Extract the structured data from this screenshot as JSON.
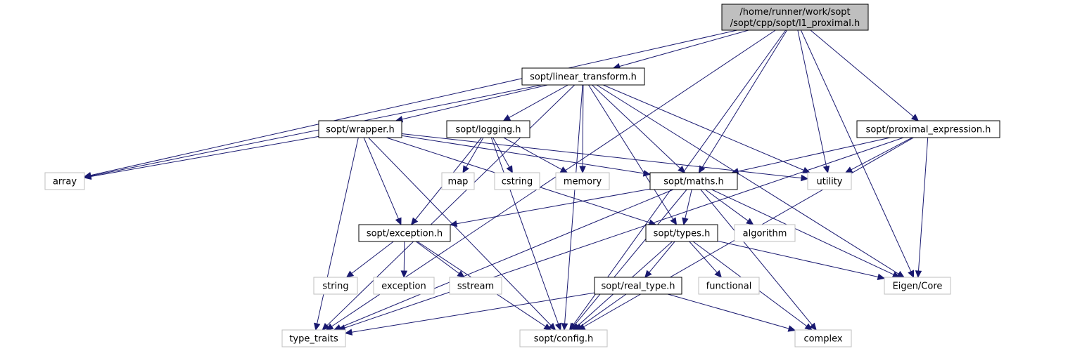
{
  "graph": {
    "title_lines": [
      "/home/runner/work/sopt",
      "/sopt/cpp/sopt/l1_proximal.h"
    ],
    "colors": {
      "edge": "#191970",
      "root_fill": "#bfbfbf",
      "root_stroke": "#000000",
      "header_stroke": "#000000",
      "system_stroke": "#bfbfbf",
      "text": "#000000"
    },
    "nodes": {
      "root": {
        "label_lines": [
          "/home/runner/work/sopt",
          "/sopt/cpp/sopt/l1_proximal.h"
        ],
        "kind": "root"
      },
      "linear_transform": {
        "label": "sopt/linear_transform.h",
        "kind": "header"
      },
      "wrapper": {
        "label": "sopt/wrapper.h",
        "kind": "header"
      },
      "logging": {
        "label": "sopt/logging.h",
        "kind": "header"
      },
      "proximal_expression": {
        "label": "sopt/proximal_expression.h",
        "kind": "header"
      },
      "maths": {
        "label": "sopt/maths.h",
        "kind": "header"
      },
      "exception": {
        "label": "sopt/exception.h",
        "kind": "header"
      },
      "types": {
        "label": "sopt/types.h",
        "kind": "header"
      },
      "real_type": {
        "label": "sopt/real_type.h",
        "kind": "header"
      },
      "array": {
        "label": "array",
        "kind": "system"
      },
      "map": {
        "label": "map",
        "kind": "system"
      },
      "cstring": {
        "label": "cstring",
        "kind": "system"
      },
      "memory": {
        "label": "memory",
        "kind": "system"
      },
      "utility": {
        "label": "utility",
        "kind": "system"
      },
      "algorithm": {
        "label": "algorithm",
        "kind": "system"
      },
      "string": {
        "label": "string",
        "kind": "system"
      },
      "exception_std": {
        "label": "exception",
        "kind": "system"
      },
      "sstream": {
        "label": "sstream",
        "kind": "system"
      },
      "functional": {
        "label": "functional",
        "kind": "system"
      },
      "eigen_core": {
        "label": "Eigen/Core",
        "kind": "system"
      },
      "type_traits": {
        "label": "type_traits",
        "kind": "system"
      },
      "config": {
        "label": "sopt/config.h",
        "kind": "system"
      },
      "complex": {
        "label": "complex",
        "kind": "system"
      }
    },
    "edges": [
      [
        "root",
        "linear_transform"
      ],
      [
        "root",
        "array"
      ],
      [
        "root",
        "type_traits"
      ],
      [
        "root",
        "maths"
      ],
      [
        "root",
        "utility"
      ],
      [
        "root",
        "proximal_expression"
      ],
      [
        "root",
        "eigen_core"
      ],
      [
        "root",
        "config"
      ],
      [
        "linear_transform",
        "array"
      ],
      [
        "linear_transform",
        "type_traits"
      ],
      [
        "linear_transform",
        "config"
      ],
      [
        "linear_transform",
        "wrapper"
      ],
      [
        "linear_transform",
        "logging"
      ],
      [
        "linear_transform",
        "memory"
      ],
      [
        "linear_transform",
        "maths"
      ],
      [
        "linear_transform",
        "types"
      ],
      [
        "linear_transform",
        "eigen_core"
      ],
      [
        "linear_transform",
        "utility"
      ],
      [
        "wrapper",
        "array"
      ],
      [
        "wrapper",
        "type_traits"
      ],
      [
        "wrapper",
        "config"
      ],
      [
        "wrapper",
        "exception"
      ],
      [
        "wrapper",
        "types"
      ],
      [
        "wrapper",
        "maths"
      ],
      [
        "wrapper",
        "utility"
      ],
      [
        "logging",
        "config"
      ],
      [
        "logging",
        "exception"
      ],
      [
        "logging",
        "map"
      ],
      [
        "logging",
        "cstring"
      ],
      [
        "logging",
        "memory"
      ],
      [
        "proximal_expression",
        "maths"
      ],
      [
        "proximal_expression",
        "utility"
      ],
      [
        "proximal_expression",
        "eigen_core"
      ],
      [
        "proximal_expression",
        "type_traits"
      ],
      [
        "proximal_expression",
        "config"
      ],
      [
        "maths",
        "exception"
      ],
      [
        "maths",
        "types"
      ],
      [
        "maths",
        "algorithm"
      ],
      [
        "maths",
        "eigen_core"
      ],
      [
        "maths",
        "type_traits"
      ],
      [
        "maths",
        "config"
      ],
      [
        "maths",
        "complex"
      ],
      [
        "exception",
        "string"
      ],
      [
        "exception",
        "exception_std"
      ],
      [
        "exception",
        "sstream"
      ],
      [
        "exception",
        "config"
      ],
      [
        "types",
        "real_type"
      ],
      [
        "types",
        "functional"
      ],
      [
        "types",
        "eigen_core"
      ],
      [
        "types",
        "complex"
      ],
      [
        "types",
        "config"
      ],
      [
        "real_type",
        "type_traits"
      ],
      [
        "real_type",
        "config"
      ],
      [
        "real_type",
        "complex"
      ]
    ]
  }
}
